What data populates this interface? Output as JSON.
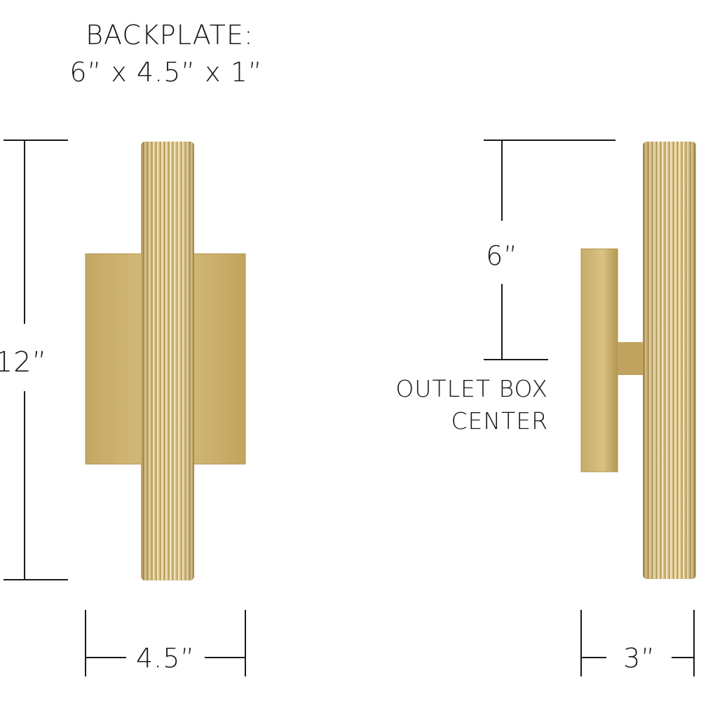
{
  "title": {
    "line1": "BACKPLATE:",
    "line2": "6” x 4.5” x 1”"
  },
  "dimensions": {
    "height": "12”",
    "backplate_width": "4.5”",
    "outlet_offset": "6”",
    "extension": "3”"
  },
  "outlet_label": {
    "line1": "OUTLET BOX",
    "line2": "CENTER"
  },
  "colors": {
    "brass": "#c9ad6a",
    "brass_light": "#e8d49c",
    "brass_dark": "#a88a45",
    "line": "#1a1a1a"
  }
}
